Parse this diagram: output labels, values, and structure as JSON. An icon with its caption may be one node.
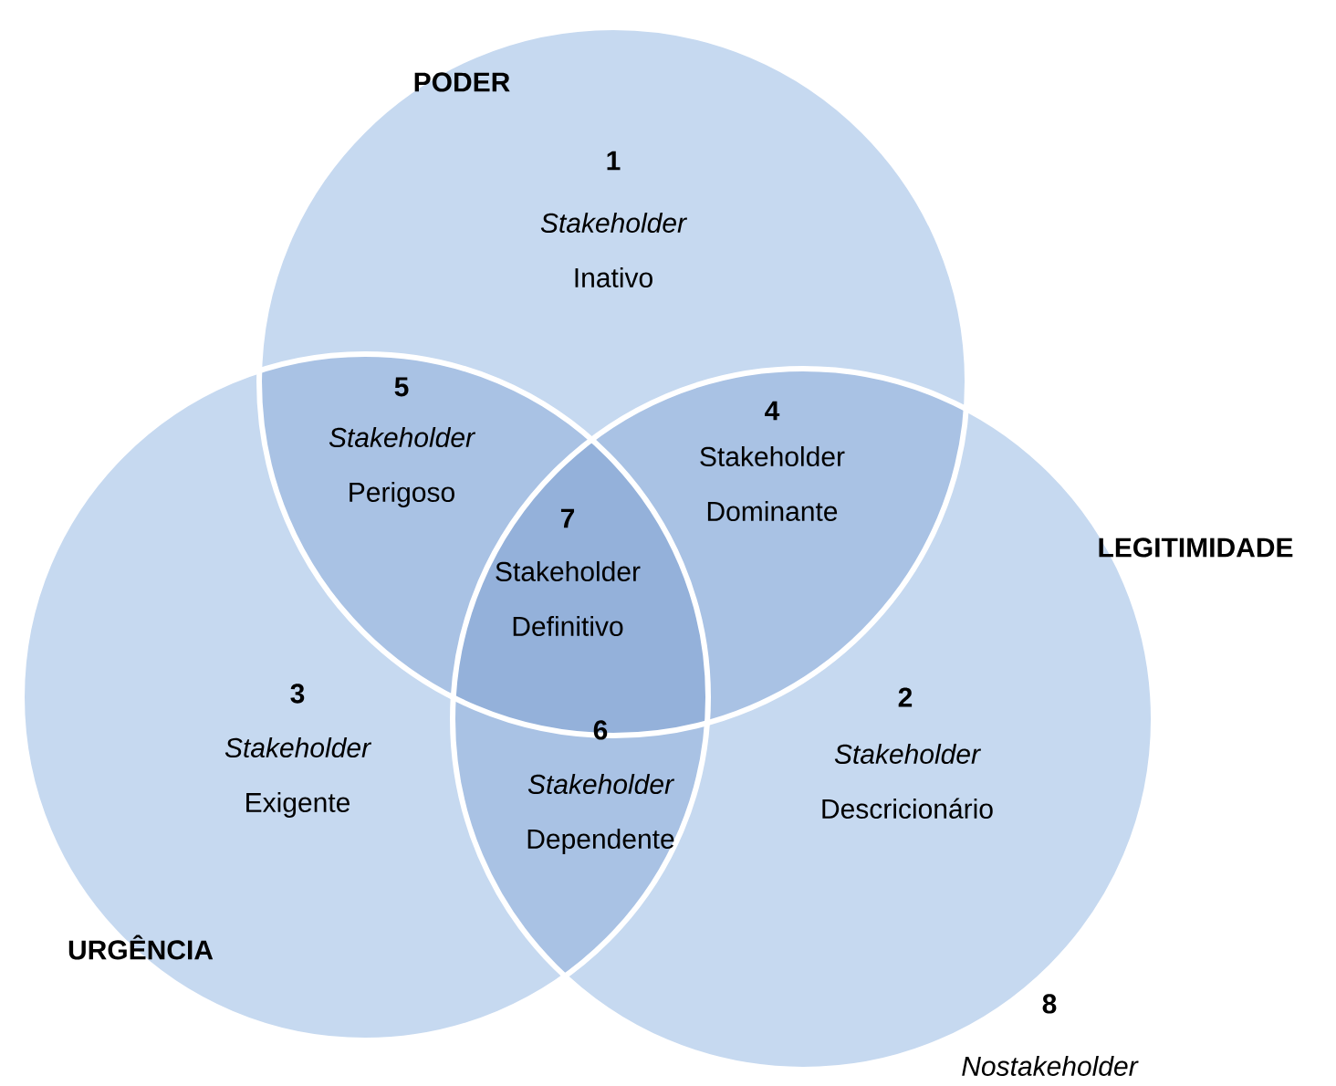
{
  "diagram": {
    "nodes": [
      {
        "text": [
          "PODER"
        ]
      },
      {
        "text": [
          "LEGITIMIDADE"
        ]
      },
      {
        "text": [
          "URGÊNCIA"
        ]
      }
    ],
    "labels": [
      "1",
      "*Stakeholder* Inativo",
      "5",
      "*Stakeholder* Perigoso",
      "4",
      "Stakeholder Dominante",
      "7",
      "Stakeholder Definitivo",
      "3",
      "*Stakeholder* Exigente",
      "2",
      "*Stakeholder* Descricionário",
      "6",
      "*Stakeholder* Dependente",
      "8",
      "Nostakeholder"
    ]
  }
}
